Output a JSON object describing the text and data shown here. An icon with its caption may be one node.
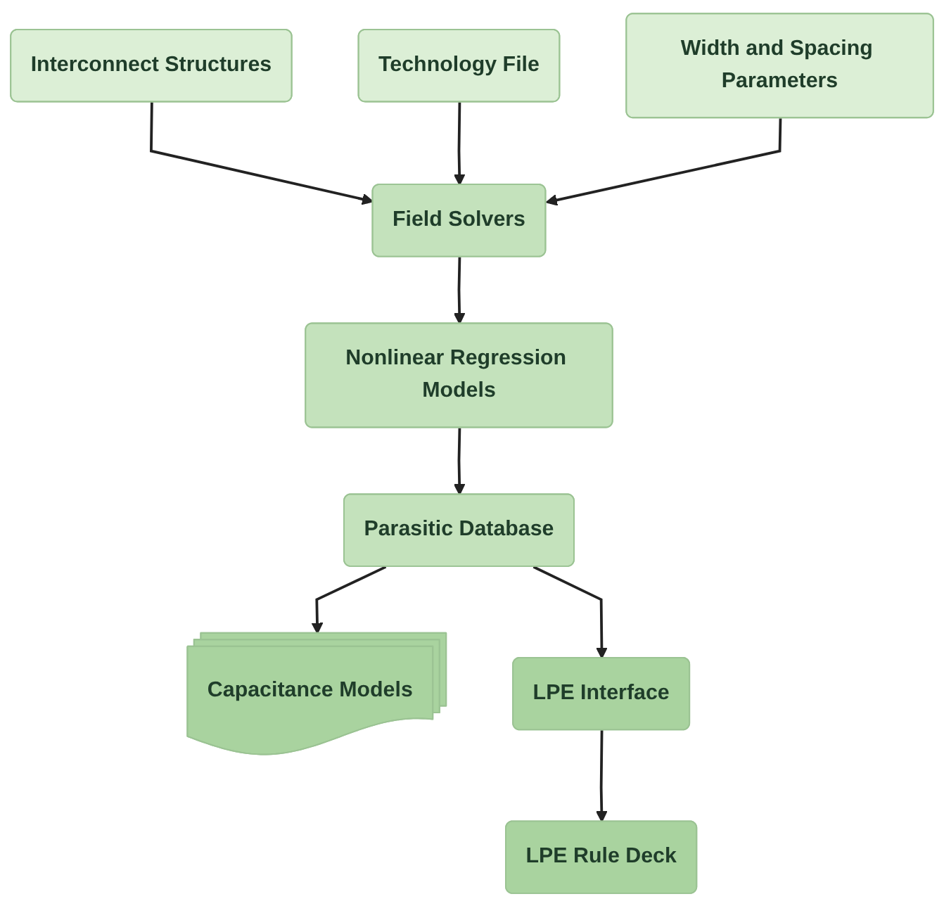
{
  "diagram": {
    "nodes": [
      {
        "text": [
          "Interconnect Structures"
        ]
      },
      {
        "text": [
          "Technology File"
        ]
      },
      {
        "text": [
          "Width and Spacing Parameters"
        ]
      },
      {
        "text": [
          "Field Solvers"
        ]
      },
      {
        "text": [
          "Nonlinear Regression Models"
        ]
      },
      {
        "text": [
          "Parasitic Database"
        ]
      },
      {
        "text": [
          "Capacitance Models"
        ]
      },
      {
        "text": [
          "LPE Interface"
        ]
      },
      {
        "text": [
          "LPE Rule Deck"
        ]
      }
    ],
    "edges": [
      {
        "from": 0,
        "to": 3,
        "arrow": "to"
      },
      {
        "from": 1,
        "to": 3,
        "arrow": "to"
      },
      {
        "from": 2,
        "to": 3,
        "arrow": "to"
      },
      {
        "from": 3,
        "to": 4,
        "arrow": "to"
      },
      {
        "from": 4,
        "to": 5,
        "arrow": "to"
      },
      {
        "from": 5,
        "to": 6,
        "arrow": "to"
      },
      {
        "from": 5,
        "to": 7,
        "arrow": "to"
      },
      {
        "from": 7,
        "to": 8,
        "arrow": "to"
      }
    ]
  }
}
